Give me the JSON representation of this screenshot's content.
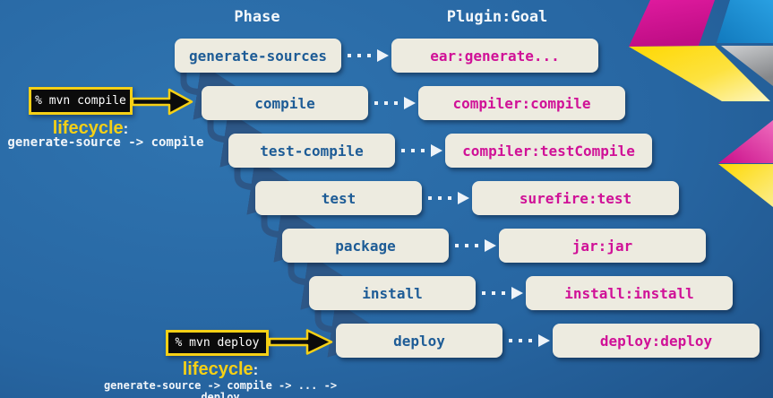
{
  "headers": {
    "phase": "Phase",
    "plugin_goal": "Plugin:Goal"
  },
  "rows": [
    {
      "phase": "generate-sources",
      "goal": "ear:generate..."
    },
    {
      "phase": "compile",
      "goal": "compiler:compile"
    },
    {
      "phase": "test-compile",
      "goal": "compiler:testCompile"
    },
    {
      "phase": "test",
      "goal": "surefire:test"
    },
    {
      "phase": "package",
      "goal": "jar:jar"
    },
    {
      "phase": "install",
      "goal": "install:install"
    },
    {
      "phase": "deploy",
      "goal": "deploy:deploy"
    }
  ],
  "annotations": {
    "compile": {
      "command": "% mvn compile",
      "lifecycle_label": "lifecycle",
      "colon": ":",
      "lifecycle_detail": "generate-source -> compile"
    },
    "deploy": {
      "command": "% mvn deploy",
      "lifecycle_label": "lifecycle",
      "colon": ":",
      "lifecycle_detail": "generate-source -> compile -> ... -> deploy"
    }
  },
  "colors": {
    "background_top": "#2f74b0",
    "background_bottom": "#1a4776",
    "box_fill": "#edebe0",
    "phase_text": "#1e5c96",
    "goal_text": "#d01197",
    "connector_blue": "#2d5787",
    "dotted_arrow": "#eef3f8",
    "accent_yellow": "#f5d016",
    "accent_magenta": "#d8149b",
    "accent_cyan": "#1f93d8",
    "accent_gray": "#a7a9ac",
    "command_bg": "#0b0b0b",
    "command_text": "#ffffff"
  },
  "icons": {
    "decor": [
      "chevron-magenta",
      "chevron-yellow",
      "triangle-cyan",
      "triangle-gray",
      "triangle-magenta",
      "triangle-yellow"
    ]
  }
}
